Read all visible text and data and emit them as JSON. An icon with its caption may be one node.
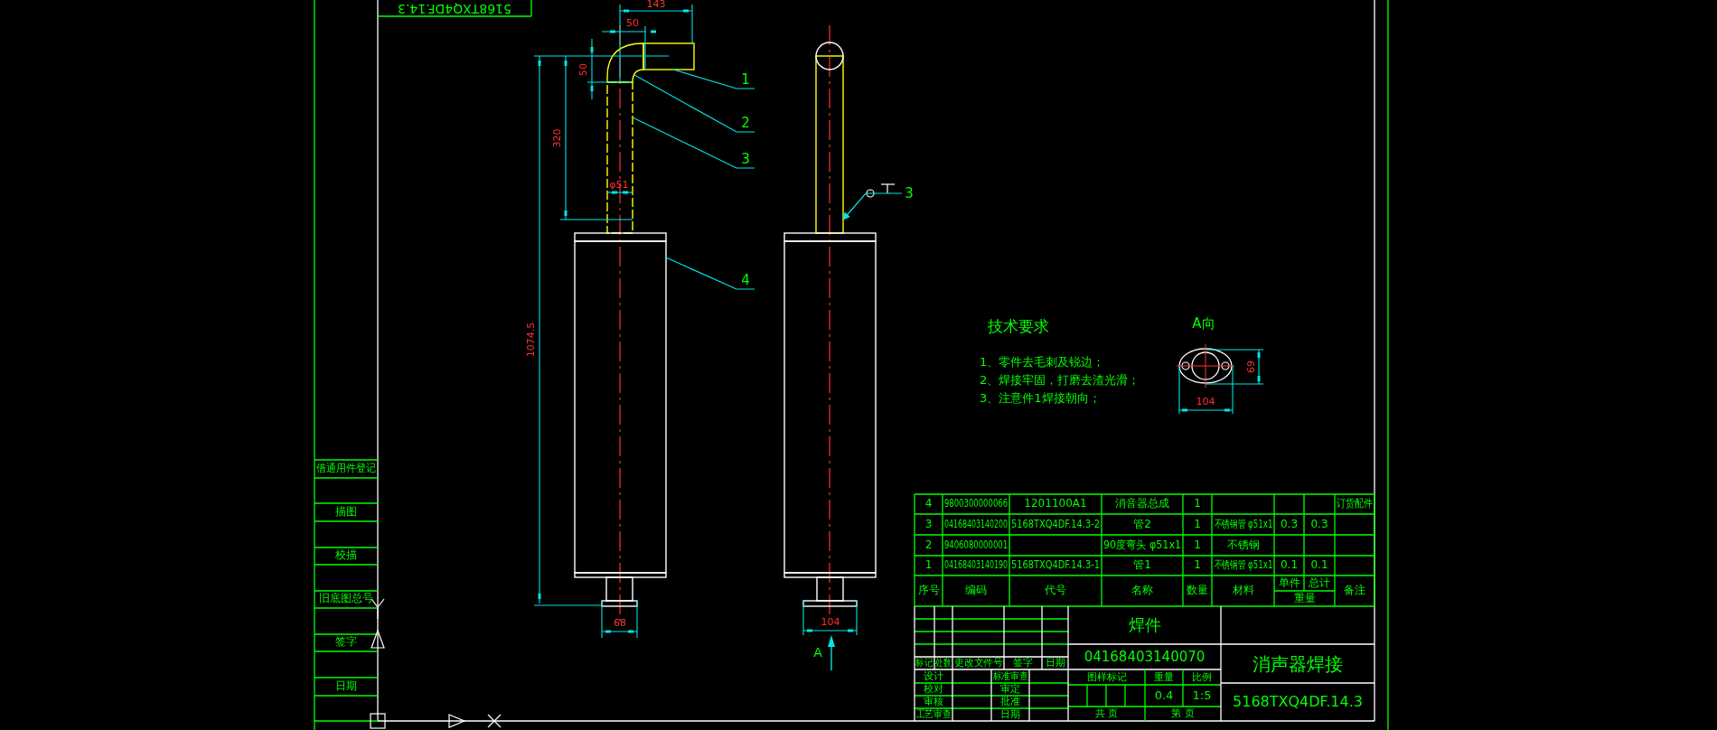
{
  "diagram": {
    "nodes": [
      {
        "text": [
          "1"
        ]
      },
      {
        "text": [
          "2"
        ]
      },
      {
        "text": [
          "3"
        ]
      },
      {
        "text": [
          "4"
        ]
      },
      {
        "text": [
          "3"
        ]
      },
      {
        "text": [],
        "shape": "pipe"
      },
      {
        "text": [],
        "shape": "elbow"
      },
      {
        "text": [],
        "shape": "pipe"
      },
      {
        "text": [],
        "shape": "cylinder"
      },
      {
        "text": [],
        "shape": "pipe"
      }
    ],
    "edges": [
      {
        "from": 0,
        "to": 5,
        "arrow": "none"
      },
      {
        "from": 1,
        "to": 6,
        "arrow": "none"
      },
      {
        "from": 2,
        "to": 7,
        "arrow": "none"
      },
      {
        "from": 3,
        "to": 8,
        "arrow": "none"
      },
      {
        "from": 4,
        "to": 9,
        "arrow": "to"
      }
    ],
    "labels": [
      "5168TXQ4DF.14.3",
      "143",
      "50",
      "50",
      "320",
      "φ51",
      "1074.5",
      "技术要求",
      "A向",
      "1、零件去毛刺及锐边；",
      "2、焊接牢固，打磨去渣光滑；",
      "3、注意件1焊接朝向；",
      "69",
      "104",
      "借通用件登记",
      "描图",
      "校描",
      "旧底图总号",
      "签字",
      "日期",
      "68",
      "104",
      "A",
      "4",
      "9800300000066",
      "1201100A1",
      "消音器总成",
      "1",
      "订货配件",
      "3",
      "04168403140200",
      "5168TXQ4DF.14.3-2",
      "管2",
      "1",
      "不锈钢管 φ51x1",
      "0.3",
      "0.3",
      "2",
      "9406080000001",
      "90度弯头 φ51x1",
      "1",
      "不锈钢",
      "1",
      "04168403140190",
      "5168TXQ4DF.14.3-1",
      "管1",
      "1",
      "不锈钢管 φ51x1",
      "0.1",
      "0.1",
      "序号",
      "编码",
      "代号",
      "名称",
      "数量",
      "材料",
      "单件",
      "总计",
      "备注",
      "重量",
      "焊件",
      "04168403140070",
      "消声器焊接",
      "标记",
      "处数",
      "更改文件号",
      "签字",
      "日期",
      "设计",
      "标准审查",
      "图样标记",
      "重量",
      "比例",
      "校对",
      "审定",
      "0.4",
      "1:5",
      "审核",
      "批准",
      "5168TXQ4DF.14.3",
      "工艺审查",
      "日期",
      "共 页",
      "第 页"
    ]
  }
}
